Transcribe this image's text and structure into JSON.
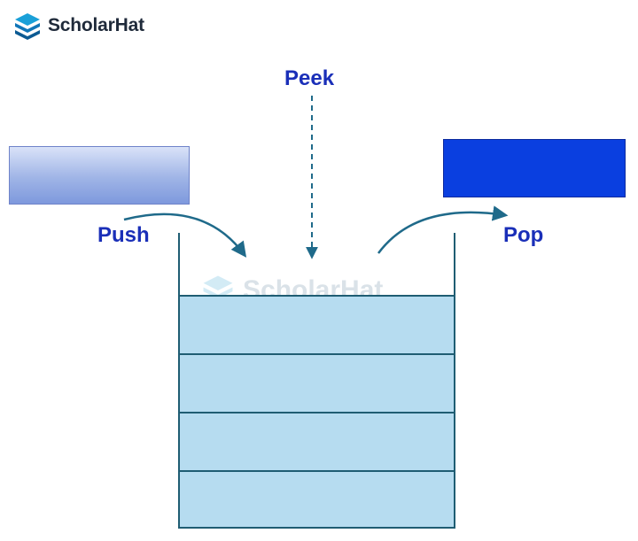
{
  "brand": {
    "name": "ScholarHat",
    "watermark": "ScholarHat"
  },
  "labels": {
    "peek": "Peek",
    "push": "Push",
    "pop": "Pop"
  },
  "colors": {
    "label": "#1a2fb8",
    "arrow": "#1f6a8a",
    "stack_fill": "#b6dcf0",
    "stack_border": "#1f5d73",
    "pop_block": "#0a3fe0",
    "push_block": "#9fb4e6"
  },
  "stack": {
    "rows": 4
  },
  "icons": {
    "logo": "layers-icon",
    "peek_arrow": "dashed-down-arrow-icon",
    "push_arrow": "curved-arrow-icon",
    "pop_arrow": "curved-arrow-icon"
  }
}
